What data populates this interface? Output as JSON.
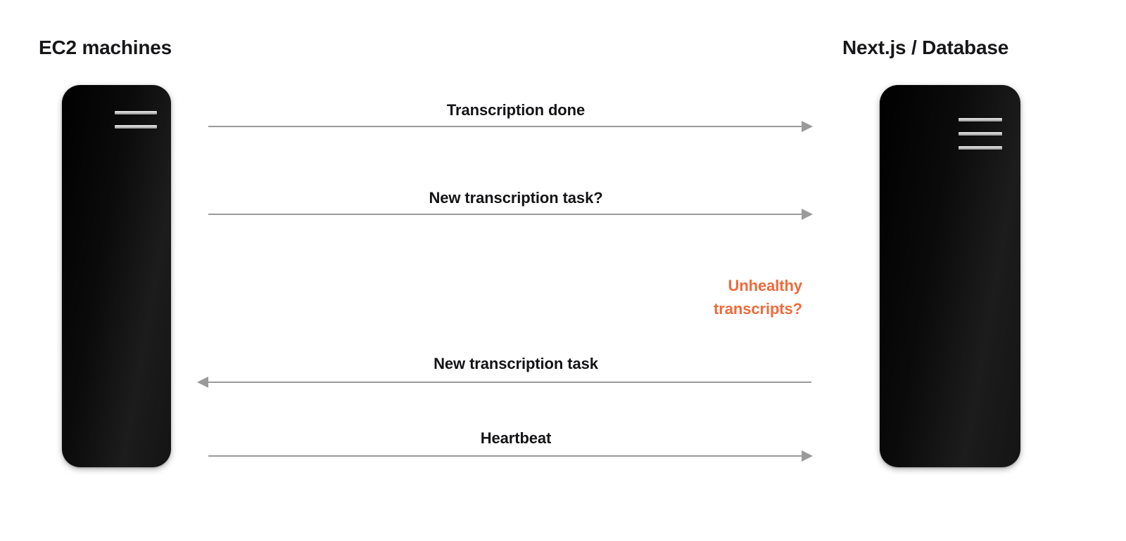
{
  "diagram": {
    "type": "sequence-diagram",
    "background_color": "#ffffff",
    "line_color": "#9a9a9a",
    "text_color": "#141417",
    "accent_color": "#ee6b3b",
    "columns": [
      {
        "id": "ec2",
        "title": "EC2 machines",
        "icon": "server-stack-icon",
        "icon_bars": 2
      },
      {
        "id": "nextjs",
        "title": "Next.js / Database",
        "icon": "hamburger-stack-icon",
        "icon_bars": 3
      }
    ],
    "messages": [
      {
        "id": "transcription-done",
        "label": "Transcription done",
        "direction": "left-to-right"
      },
      {
        "id": "new-task-question",
        "label": "New transcription task?",
        "direction": "left-to-right"
      },
      {
        "id": "new-task",
        "label": "New transcription task",
        "direction": "right-to-left"
      },
      {
        "id": "heartbeat",
        "label": "Heartbeat",
        "direction": "left-to-right"
      }
    ],
    "annotations": [
      {
        "id": "unhealthy-transcripts",
        "line1": "Unhealthy",
        "line2": "transcripts?",
        "color": "#ee6b3b",
        "align": "right"
      }
    ]
  }
}
